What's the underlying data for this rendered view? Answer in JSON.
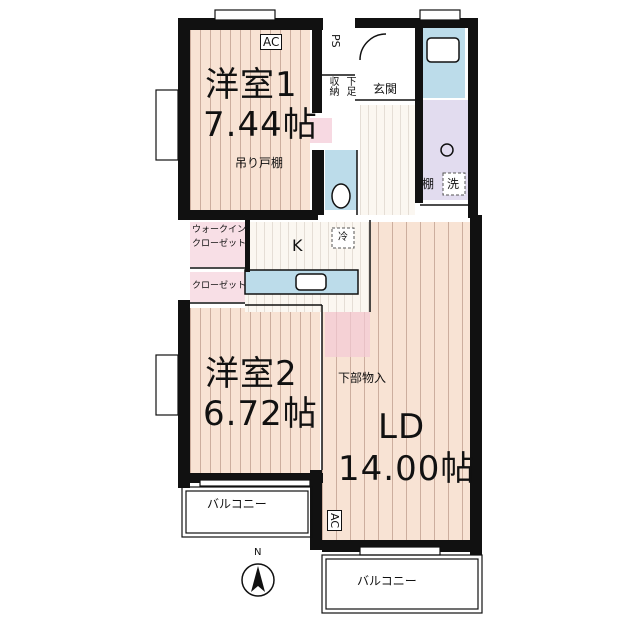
{
  "rooms": {
    "western1": {
      "name": "洋室1",
      "size": "7.44帖"
    },
    "western2": {
      "name": "洋室2",
      "size": "6.72帖"
    },
    "ld": {
      "name": "LD",
      "size": "14.00帖"
    },
    "kitchen": {
      "name": "K"
    }
  },
  "labels": {
    "ac_top": "AC",
    "ac_bottom": "AC",
    "ps": "PS",
    "storage": "収納",
    "shoe": "下足",
    "entrance": "玄関",
    "hanging_shelf": "吊り戸棚",
    "walk_in": "ウォークイン",
    "closet_wic": "クローゼット",
    "closet": "クローゼット",
    "fridge": "冷",
    "shelf": "棚",
    "washer": "洗",
    "under_floor": "下部物入",
    "balcony_left": "バルコニー",
    "balcony_bottom": "バルコニー",
    "north": "N"
  },
  "colors": {
    "wood": "#f8e3d4",
    "wood_line": "#a07868",
    "wall": "#111111",
    "water": "#bcdcea",
    "pink": "#f3c9d6",
    "lavender": "#e2dcef",
    "floor_light": "#f5efe6"
  }
}
